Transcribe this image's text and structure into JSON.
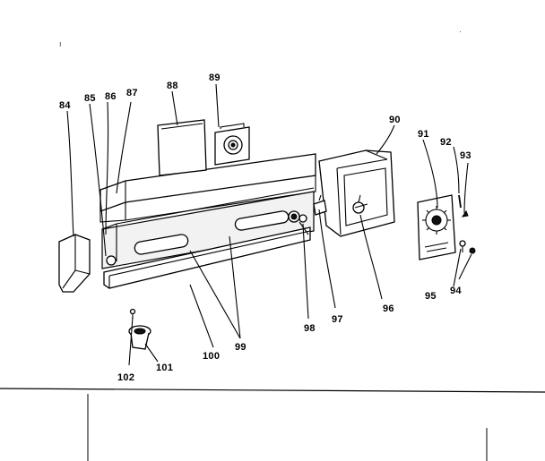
{
  "labels": {
    "p84": "84",
    "p85": "85",
    "p86": "86",
    "p87": "87",
    "p88": "88",
    "p89": "89",
    "p90": "90",
    "p91": "91",
    "p92": "92",
    "p93": "93",
    "p94": "94",
    "p95": "95",
    "p96": "96",
    "p97": "97",
    "p98": "98",
    "p99": "99",
    "p100": "100",
    "p101": "101",
    "p102": "102"
  }
}
